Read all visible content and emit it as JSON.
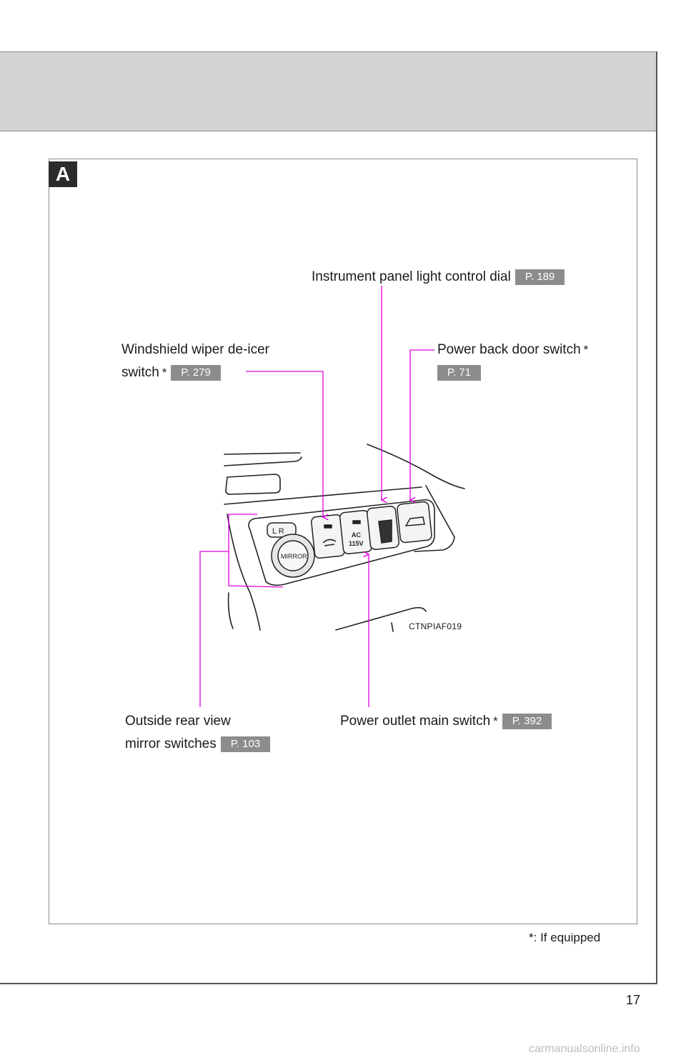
{
  "section": {
    "tab_letter": "A"
  },
  "callouts": {
    "instrument_panel": {
      "label": "Instrument panel light control dial",
      "ref": "P. 189"
    },
    "wiper_deicer": {
      "line1": "Windshield wiper de-icer",
      "line2": "switch",
      "star": "*",
      "ref": "P. 279"
    },
    "power_back_door": {
      "label": "Power back door switch",
      "star": "*",
      "ref": "P. 71"
    },
    "mirror_switches": {
      "line1": "Outside rear view",
      "line2": "mirror switches",
      "ref": "P. 103"
    },
    "power_outlet": {
      "label": "Power outlet main switch",
      "star": "*",
      "ref": "P. 392"
    }
  },
  "illustration": {
    "code": "CTNPIAF019",
    "mirror_selector": "L   R",
    "mirror_label": "MIRROR",
    "outlet_label": "AC\n115V",
    "callout_line_color": "#e000e0"
  },
  "footnote": {
    "star": "*",
    "text": ": If equipped"
  },
  "page_number": "17",
  "watermark": "carmanualsonline.info"
}
